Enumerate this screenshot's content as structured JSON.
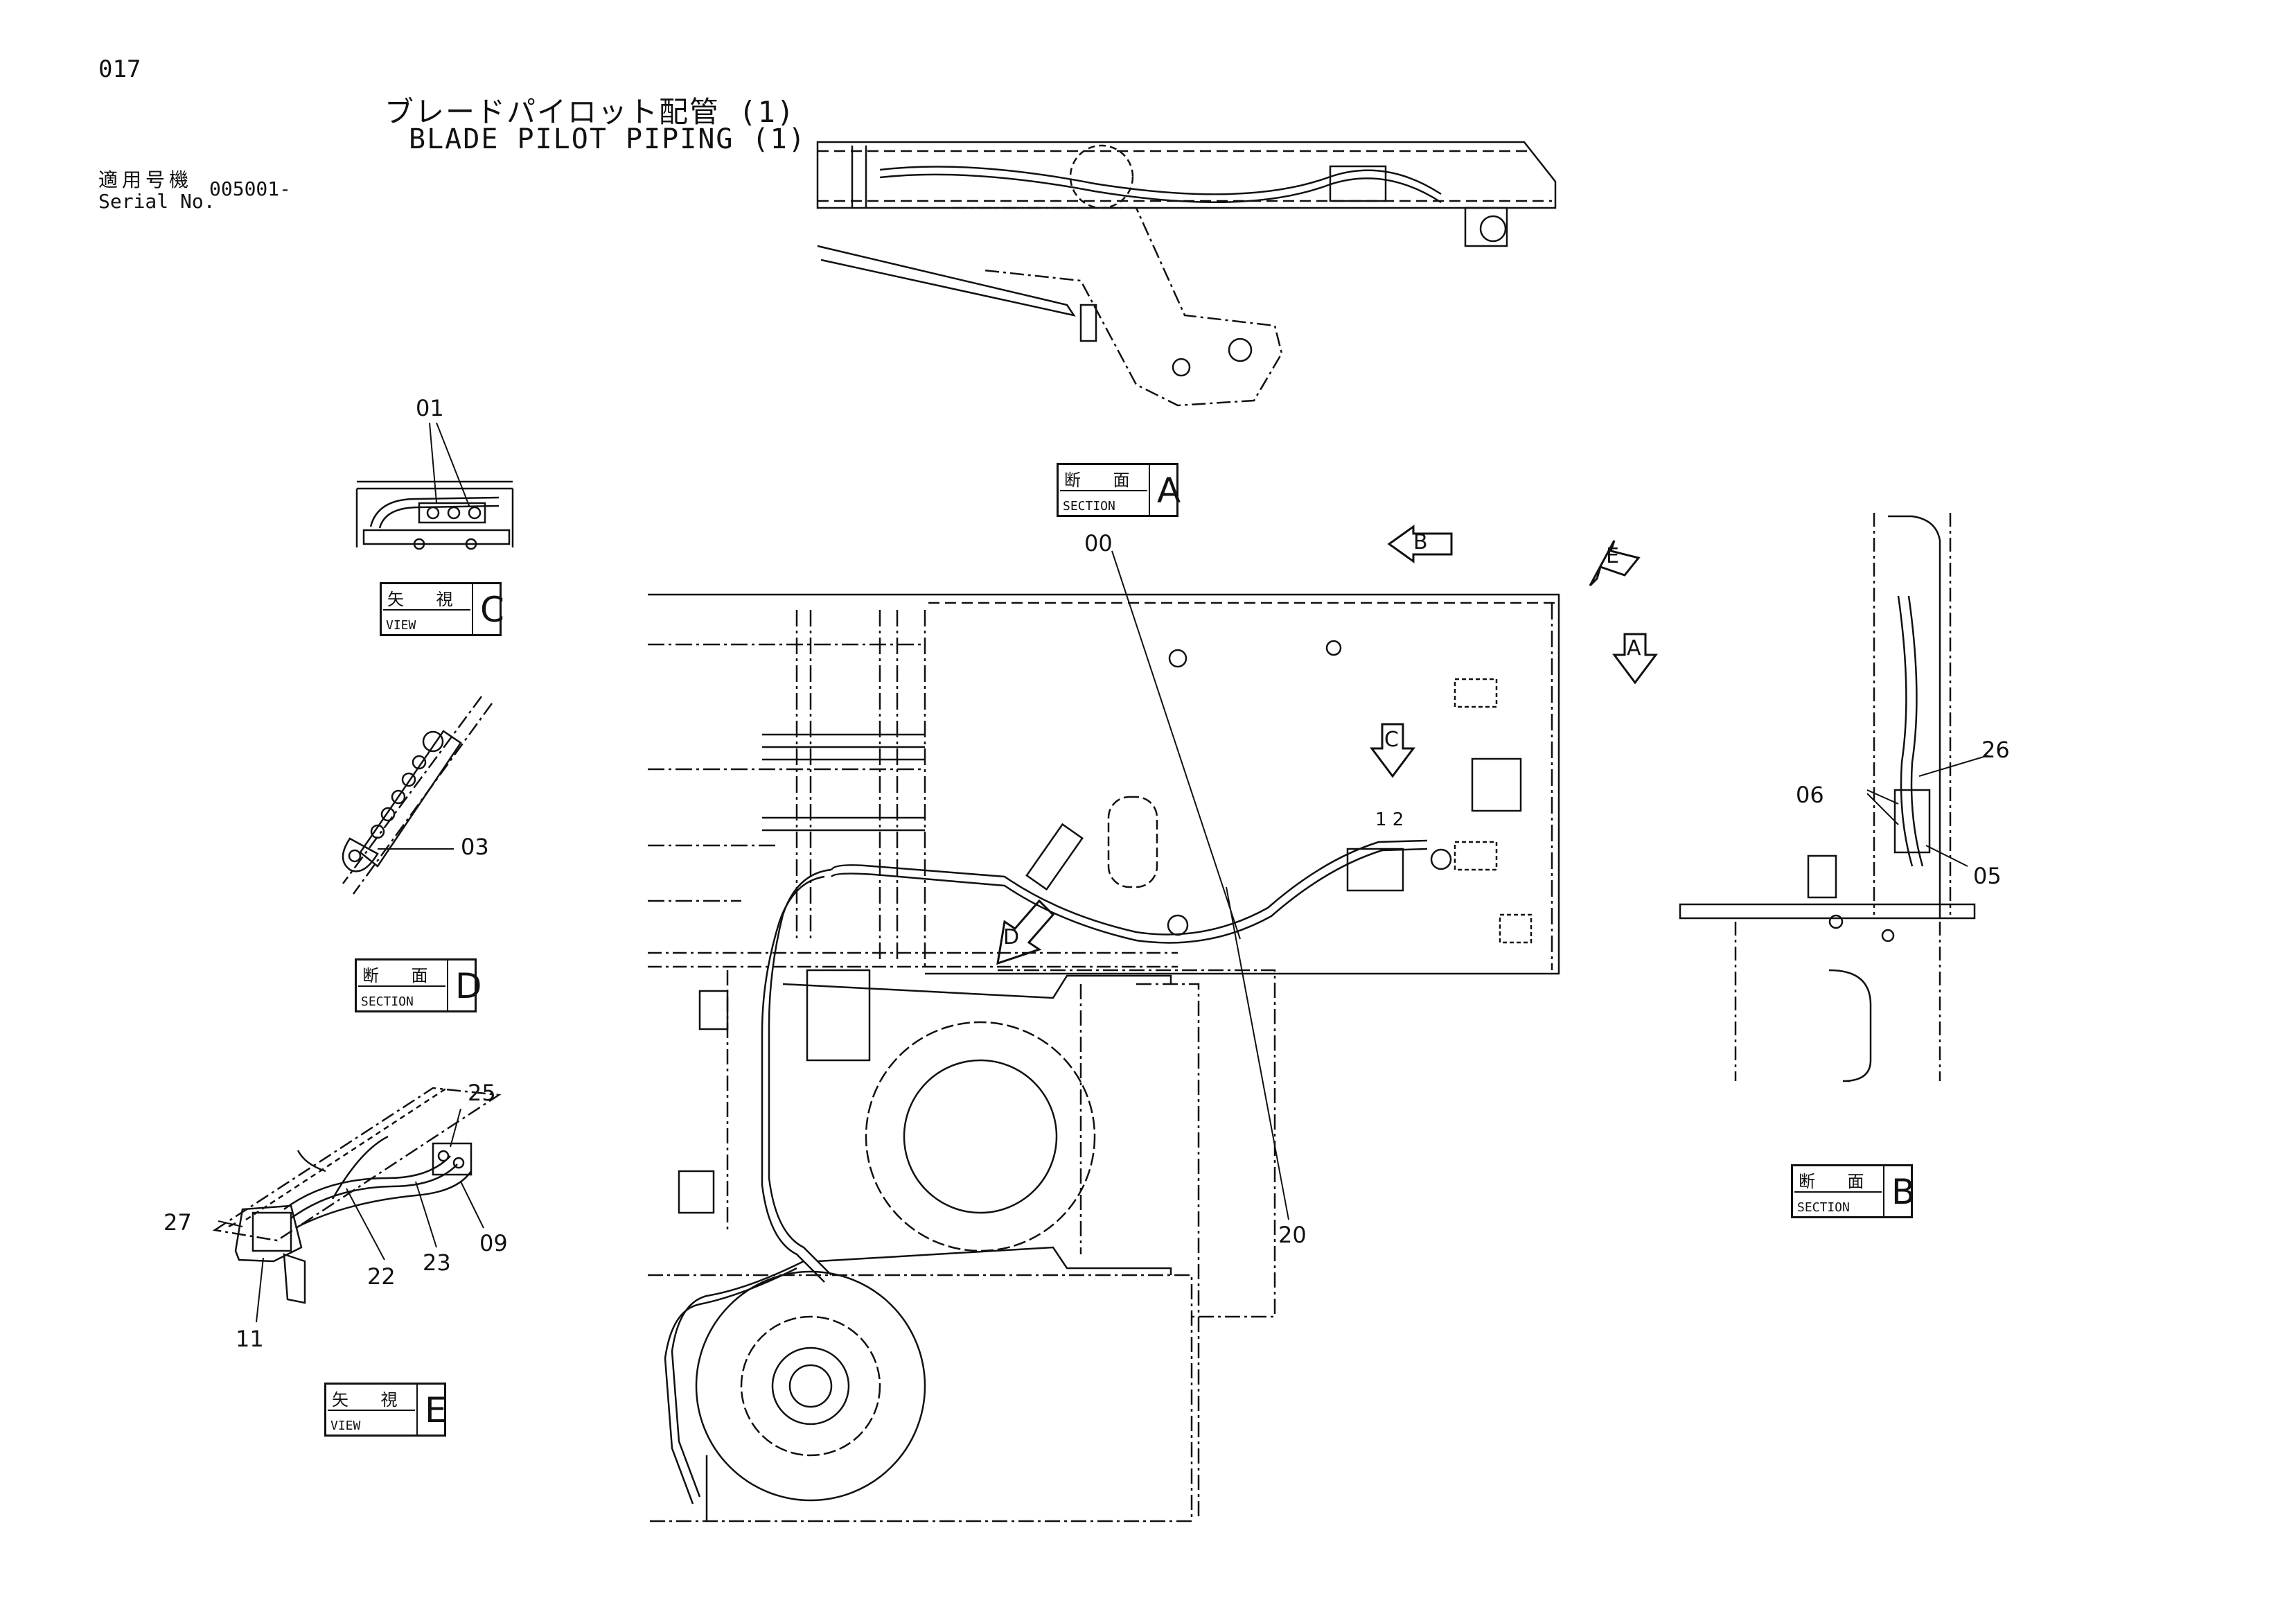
{
  "page_number": "017",
  "title_jp": "ブレードパイロット配管 (1)",
  "title_en": "BLADE PILOT PIPING (1)",
  "serial": {
    "label_jp": "適用号機",
    "label_en": "Serial No.",
    "value": "005001-"
  },
  "labels": {
    "section_a": {
      "jp": "断 面",
      "en": "SECTION",
      "letter": "A"
    },
    "view_c": {
      "jp": "矢 視",
      "en": "VIEW",
      "letter": "C"
    },
    "section_d": {
      "jp": "断 面",
      "en": "SECTION",
      "letter": "D"
    },
    "view_e": {
      "jp": "矢 視",
      "en": "VIEW",
      "letter": "E"
    },
    "section_b": {
      "jp": "断 面",
      "en": "SECTION",
      "letter": "B"
    }
  },
  "arrows": {
    "b": "B",
    "e": "E",
    "a": "A",
    "c": "C",
    "d": "D"
  },
  "callouts": {
    "n00": "00",
    "n01": "01",
    "n03": "03",
    "n05": "05",
    "n06": "06",
    "n09": "09",
    "n11": "11",
    "n20": "20",
    "n22": "22",
    "n23": "23",
    "n25": "25",
    "n26": "26",
    "n27": "27",
    "n12": "1 2"
  },
  "colors": {
    "ink": "#111111",
    "paper": "#ffffff"
  }
}
